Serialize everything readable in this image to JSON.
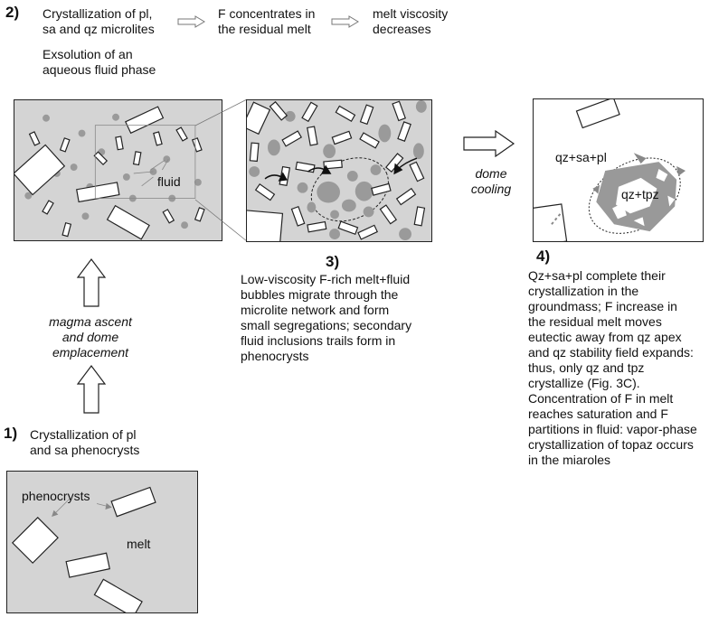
{
  "step1": {
    "number": "1)",
    "text": "Crystallization of pl\nand sa phenocrysts",
    "labels": {
      "phenocrysts": "phenocrysts",
      "melt": "melt"
    }
  },
  "ascent": {
    "text": "magma ascent\nand dome\nemplacement"
  },
  "step2": {
    "number": "2)",
    "item1": "Crystallization of pl,\nsa and qz microlites",
    "item2": "F concentrates in\nthe residual melt",
    "item3": "melt viscosity\ndecreases",
    "exsolution": "Exsolution of an\naqueous  fluid phase",
    "labels": {
      "fluid": "fluid"
    }
  },
  "step3": {
    "number": "3)",
    "text": "Low-viscosity F-rich melt+fluid\nbubbles migrate through the\nmicrolite network and form\nsmall segregations; secondary\nfluid inclusions trails form in\nphenocrysts"
  },
  "cooling": {
    "text": "dome\ncooling"
  },
  "step4": {
    "number": "4)",
    "text": "Qz+sa+pl complete their\ncrystallization in the\ngroundmass; F increase in\nthe residual melt moves\neutectic away from qz apex\nand qz stability field expands:\nthus, only qz and tpz\ncrystallize (Fig. 3C).\nConcentration of F in melt\nreaches saturation and F\npartitions in fluid: vapor-phase\ncrystallization of topaz occurs\nin the miaroles",
    "labels": {
      "assemblage": "qz+sa+pl",
      "tpz": "qz+tpz"
    }
  },
  "colors": {
    "melt": "#d4d4d4",
    "bubble": "#9a9a9a",
    "crystal": "#ffffff",
    "line": "#222222"
  }
}
